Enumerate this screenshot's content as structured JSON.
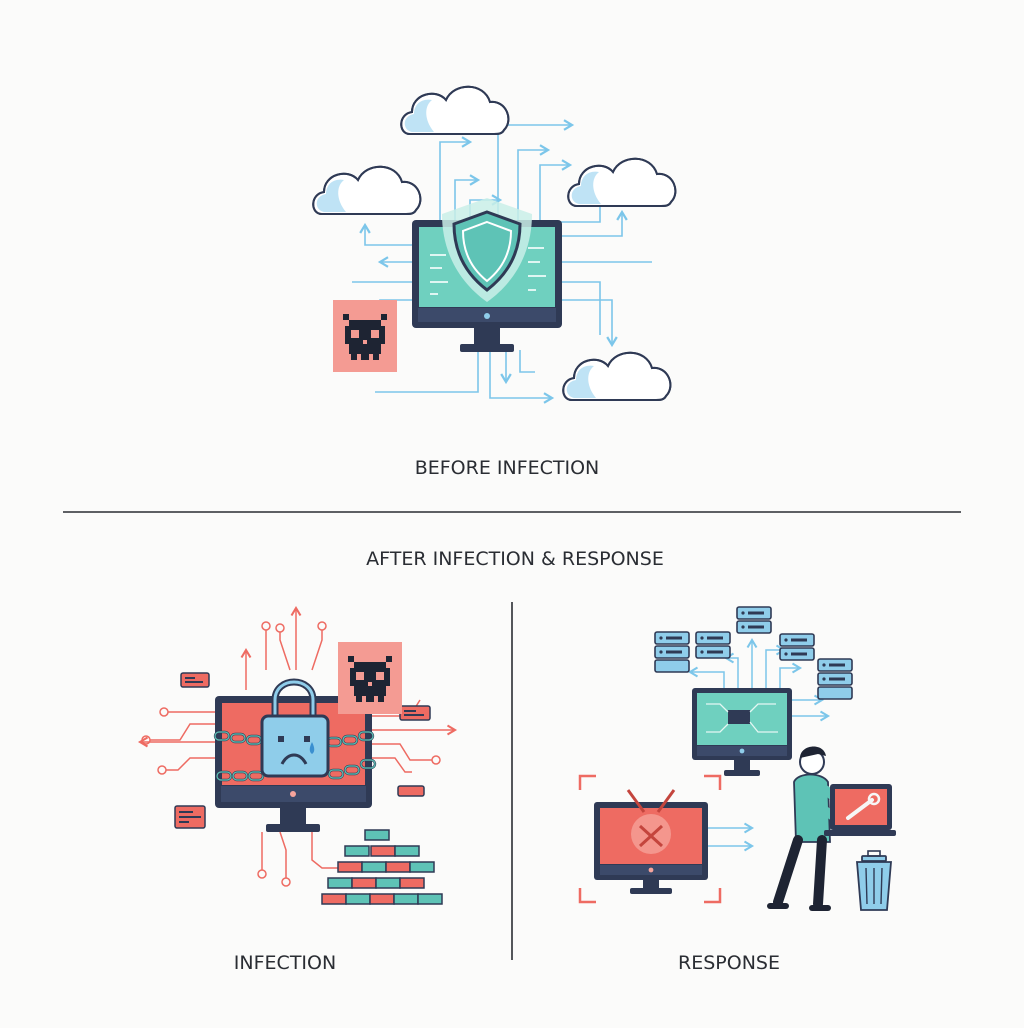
{
  "sections": {
    "before_title": "BEFORE INFECTION",
    "after_title": "AFTER INFECTION & RESPONSE",
    "infection_title": "INFECTION",
    "response_title": "RESPONSE"
  },
  "colors": {
    "outline": "#2f3a55",
    "blue_arrow": "#7cc6ea",
    "cloud_fill": "#bfe3f5",
    "teal": "#6fd0bf",
    "red": "#ee6b62",
    "red_light": "#f6a49c",
    "ink": "#1e2433"
  },
  "icons": [
    "monitor-icon",
    "shield-icon",
    "cloud-icon",
    "pixel-skull-icon",
    "padlock-icon",
    "chain-icon",
    "server-stack-icon",
    "brick-pile-icon",
    "person-icon",
    "laptop-icon",
    "wrench-icon",
    "trash-can-icon"
  ]
}
